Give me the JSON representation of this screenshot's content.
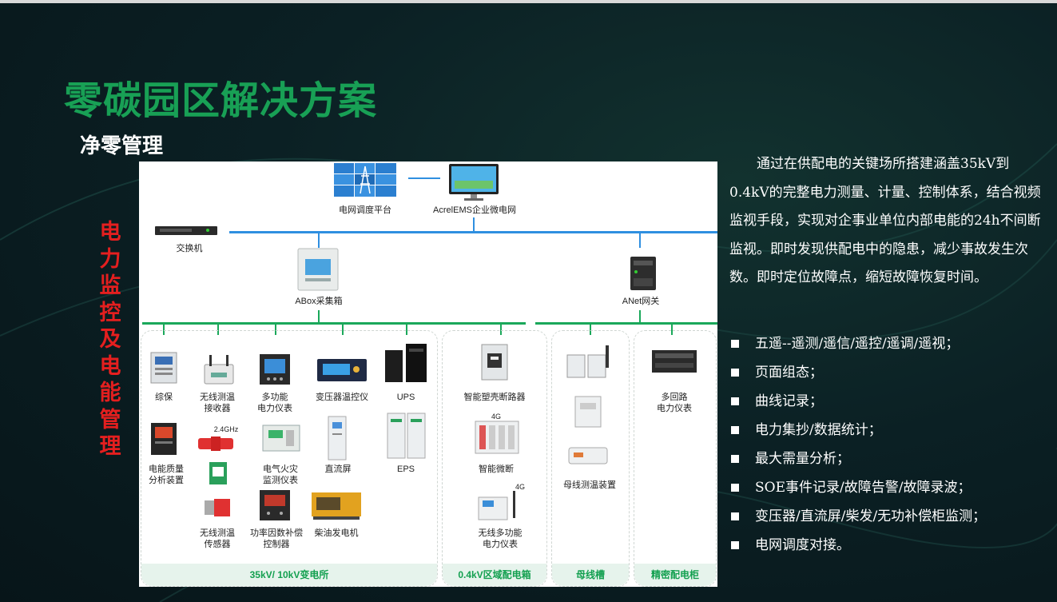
{
  "colors": {
    "title": "#18a055",
    "vertical_label": "#e41f1f",
    "bus_blue": "#2f8fe0",
    "bus_green": "#1aa85a",
    "section_text": "#13a050"
  },
  "header": {
    "title": "零碳园区解决方案",
    "subtitle": "净零管理"
  },
  "side_label": [
    "电",
    "力",
    "监",
    "控",
    "及",
    "电",
    "能",
    "管",
    "理"
  ],
  "diagram": {
    "top": {
      "grid_platform": "电网调度平台",
      "ems": "AcrelEMS企业微电网",
      "switch": "交换机",
      "abox": "ABox采集箱",
      "anet": "ANet网关"
    },
    "substation": {
      "protect": "综保",
      "wireless_temp_rx": "无线测温\n接收器",
      "multi_meter": "多功能\n电力仪表",
      "transformer_temp": "变压器温控仪",
      "ups": "UPS",
      "power_quality": "电能质量\n分析装置",
      "freq_tag": "2.4GHz",
      "fire_monitor": "电气火灾\n监测仪表",
      "dc_screen": "直流屏",
      "eps": "EPS",
      "wireless_sensor": "无线测温\n传感器",
      "pf_controller": "功率因数补偿\n控制器",
      "diesel": "柴油发电机"
    },
    "lv_box": {
      "breaker": "智能塑壳断路器",
      "tag_4g_1": "4G",
      "micro_breaker": "智能微断",
      "tag_4g_2": "4G",
      "wireless_meter": "无线多功能\n电力仪表"
    },
    "busway": {
      "bus_temp": "母线测温装置"
    },
    "cabinet": {
      "multi_loop": "多回路\n电力仪表"
    },
    "sections": [
      "35kV/ 10kV变电所",
      "0.4kV区域配电箱",
      "母线槽",
      "精密配电柜"
    ]
  },
  "description": "通过在供配电的关键场所搭建涵盖35kV到0.4kV的完整电力测量、计量、控制体系，结合视频监视手段，实现对企事业单位内部电能的24h不间断监视。即时发现供配电中的隐患，减少事故发生次数。即时定位故障点，缩短故障恢复时间。",
  "features": [
    "五遥--遥测/遥信/遥控/遥调/遥视；",
    "页面组态；",
    "曲线记录；",
    "电力集抄/数据统计；",
    "最大需量分析；",
    "SOE事件记录/故障告警/故障录波；",
    "变压器/直流屏/柴发/无功补偿柜监测；",
    "电网调度对接。"
  ]
}
